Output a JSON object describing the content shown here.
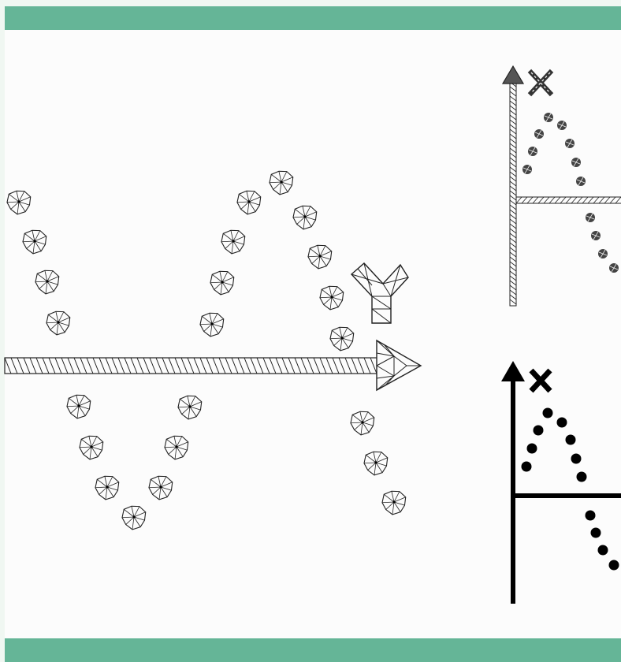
{
  "colors": {
    "accent_bar": "#65b597",
    "canvas": "#fcfcfc",
    "outer": "#f0f7f2",
    "ink": "#000000",
    "mesh_stroke": "#222222"
  },
  "main_axis_label": "Y",
  "panels": [
    {
      "style": "mesh",
      "marker_label": "×"
    },
    {
      "style": "solid",
      "marker_label": "×"
    }
  ]
}
